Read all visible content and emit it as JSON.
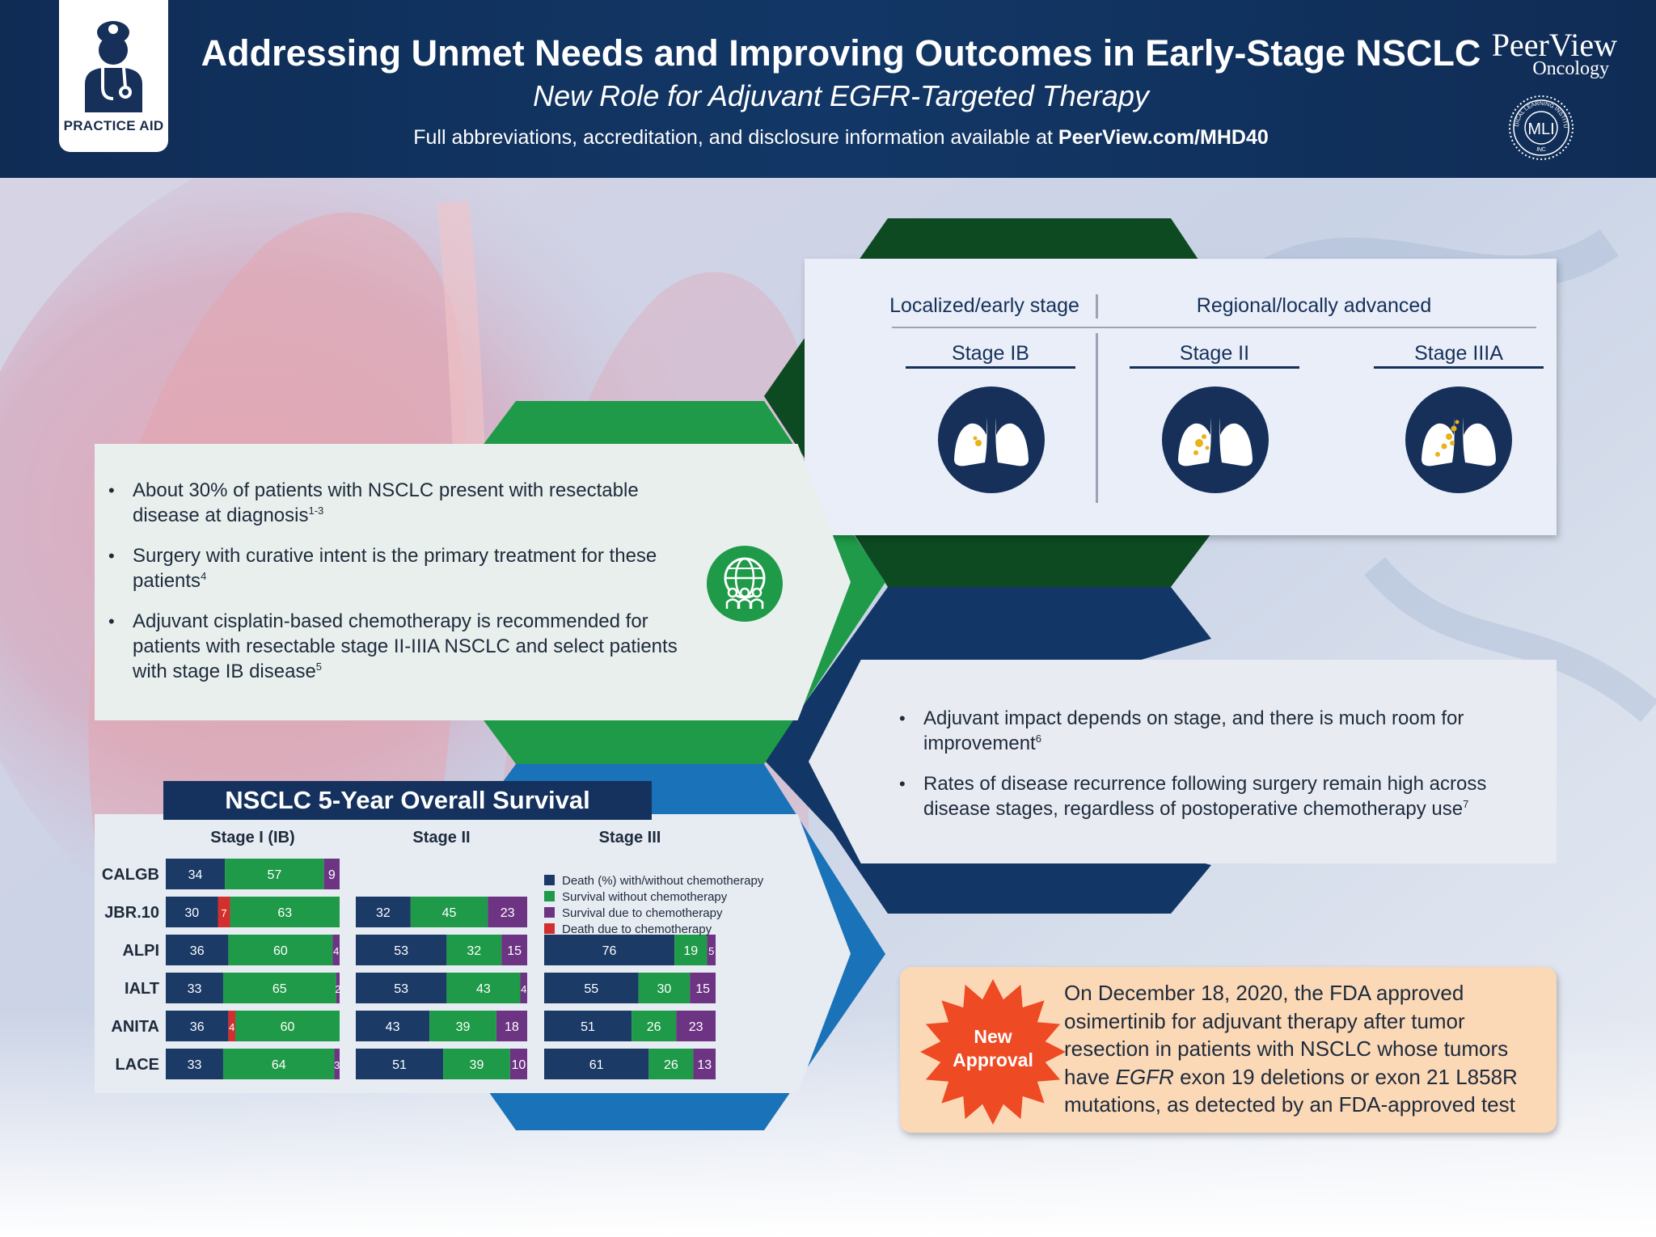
{
  "header": {
    "badge_label": "PRACTICE AID",
    "title": "Addressing Unmet Needs and Improving Outcomes in Early-Stage NSCLC",
    "subtitle": "New Role for Adjuvant EGFR-Targeted Therapy",
    "disclosure_text": "Full abbreviations, accreditation, and disclosure information available at ",
    "disclosure_link": "PeerView.com/MHD40",
    "logo_main": "PeerView",
    "logo_sub": "Oncology",
    "seal_text": "MLI",
    "seal_ring_text": "MEDICAL LEARNING INSTITUTE",
    "seal_ring_bottom": "INC"
  },
  "stage_panel": {
    "group_localized": "Localized/early stage",
    "group_regional": "Regional/locally advanced",
    "stages": [
      "Stage IB",
      "Stage II",
      "Stage IIIA"
    ]
  },
  "left_panel": {
    "bullets": [
      {
        "text": "About 30% of patients with NSCLC present with resectable disease at diagnosis",
        "sup": "1-3"
      },
      {
        "text": "Surgery with curative intent is the primary treatment for these patients",
        "sup": "4"
      },
      {
        "text": "Adjuvant cisplatin-based chemotherapy is recommended for patients with resectable stage II-IIIA NSCLC and select patients with stage IB disease",
        "sup": "5"
      }
    ]
  },
  "right_panel": {
    "bullets": [
      {
        "text": "Adjuvant impact depends on stage, and there is much room for improvement",
        "sup": "6"
      },
      {
        "text": "Rates of disease recurrence following surgery remain high across disease stages, regardless of postoperative chemotherapy use",
        "sup": "7"
      }
    ]
  },
  "approval": {
    "badge_line1": "New",
    "badge_line2": "Approval",
    "text_before": "On December 18, 2020, the FDA approved osimertinib for adjuvant therapy after tumor resection in patients with NSCLC whose tumors have ",
    "text_italic": "EGFR",
    "text_after": " exon 19 deletions or exon 21 L858R mutations, as detected by an FDA-approved test"
  },
  "colors": {
    "navy": "#1b3a66",
    "green": "#1e9a48",
    "purple": "#6c3483",
    "red": "#d32f2f",
    "dark_green": "#0d4a22",
    "blue": "#1a72b8",
    "header_bg": "#123766",
    "approval_bg": "#fbd8b6",
    "starburst": "#ee4a23"
  },
  "chart_data": {
    "type": "bar",
    "stacked": true,
    "orientation": "horizontal",
    "title": "NSCLC 5-Year Overall Survival",
    "categories": [
      "CALGB",
      "JBR.10",
      "ALPI",
      "IALT",
      "ANITA",
      "LACE"
    ],
    "panels": [
      "Stage I (IB)",
      "Stage II",
      "Stage III"
    ],
    "legend": [
      {
        "key": "death",
        "label": "Death (%) with/without chemotherapy",
        "color": "#1b3a66"
      },
      {
        "key": "survival_without",
        "label": "Survival without chemotherapy",
        "color": "#1e9a48"
      },
      {
        "key": "survival_due",
        "label": "Survival due to chemotherapy",
        "color": "#6c3483"
      },
      {
        "key": "death_due",
        "label": "Death due to chemotherapy",
        "color": "#d32f2f"
      }
    ],
    "data": {
      "Stage I (IB)": [
        [
          {
            "key": "death",
            "value": 34
          },
          {
            "key": "survival_without",
            "value": 57
          },
          {
            "key": "survival_due",
            "value": 9
          }
        ],
        [
          {
            "key": "death",
            "value": 30
          },
          {
            "key": "death_due",
            "value": 7
          },
          {
            "key": "survival_without",
            "value": 63
          }
        ],
        [
          {
            "key": "death",
            "value": 36
          },
          {
            "key": "survival_without",
            "value": 60
          },
          {
            "key": "survival_due",
            "value": 4
          }
        ],
        [
          {
            "key": "death",
            "value": 33
          },
          {
            "key": "survival_without",
            "value": 65
          },
          {
            "key": "survival_due",
            "value": 2
          }
        ],
        [
          {
            "key": "death",
            "value": 36
          },
          {
            "key": "death_due",
            "value": 4
          },
          {
            "key": "survival_without",
            "value": 60
          }
        ],
        [
          {
            "key": "death",
            "value": 33
          },
          {
            "key": "survival_without",
            "value": 64
          },
          {
            "key": "survival_due",
            "value": 3
          }
        ]
      ],
      "Stage II": [
        null,
        [
          {
            "key": "death",
            "value": 32
          },
          {
            "key": "survival_without",
            "value": 45
          },
          {
            "key": "survival_due",
            "value": 23
          }
        ],
        [
          {
            "key": "death",
            "value": 53
          },
          {
            "key": "survival_without",
            "value": 32
          },
          {
            "key": "survival_due",
            "value": 15
          }
        ],
        [
          {
            "key": "death",
            "value": 53
          },
          {
            "key": "survival_without",
            "value": 43
          },
          {
            "key": "survival_due",
            "value": 4
          }
        ],
        [
          {
            "key": "death",
            "value": 43
          },
          {
            "key": "survival_without",
            "value": 39
          },
          {
            "key": "survival_due",
            "value": 18
          }
        ],
        [
          {
            "key": "death",
            "value": 51
          },
          {
            "key": "survival_without",
            "value": 39
          },
          {
            "key": "survival_due",
            "value": 10
          }
        ]
      ],
      "Stage III": [
        null,
        null,
        [
          {
            "key": "death",
            "value": 76
          },
          {
            "key": "survival_without",
            "value": 19
          },
          {
            "key": "survival_due",
            "value": 5
          }
        ],
        [
          {
            "key": "death",
            "value": 55
          },
          {
            "key": "survival_without",
            "value": 30
          },
          {
            "key": "survival_due",
            "value": 15
          }
        ],
        [
          {
            "key": "death",
            "value": 51
          },
          {
            "key": "survival_without",
            "value": 26
          },
          {
            "key": "survival_due",
            "value": 23
          }
        ],
        [
          {
            "key": "death",
            "value": 61
          },
          {
            "key": "survival_without",
            "value": 26
          },
          {
            "key": "survival_due",
            "value": 13
          }
        ]
      ]
    },
    "xlim": [
      0,
      100
    ],
    "grid": false,
    "legend_position": "top-right of Stage III panel"
  }
}
